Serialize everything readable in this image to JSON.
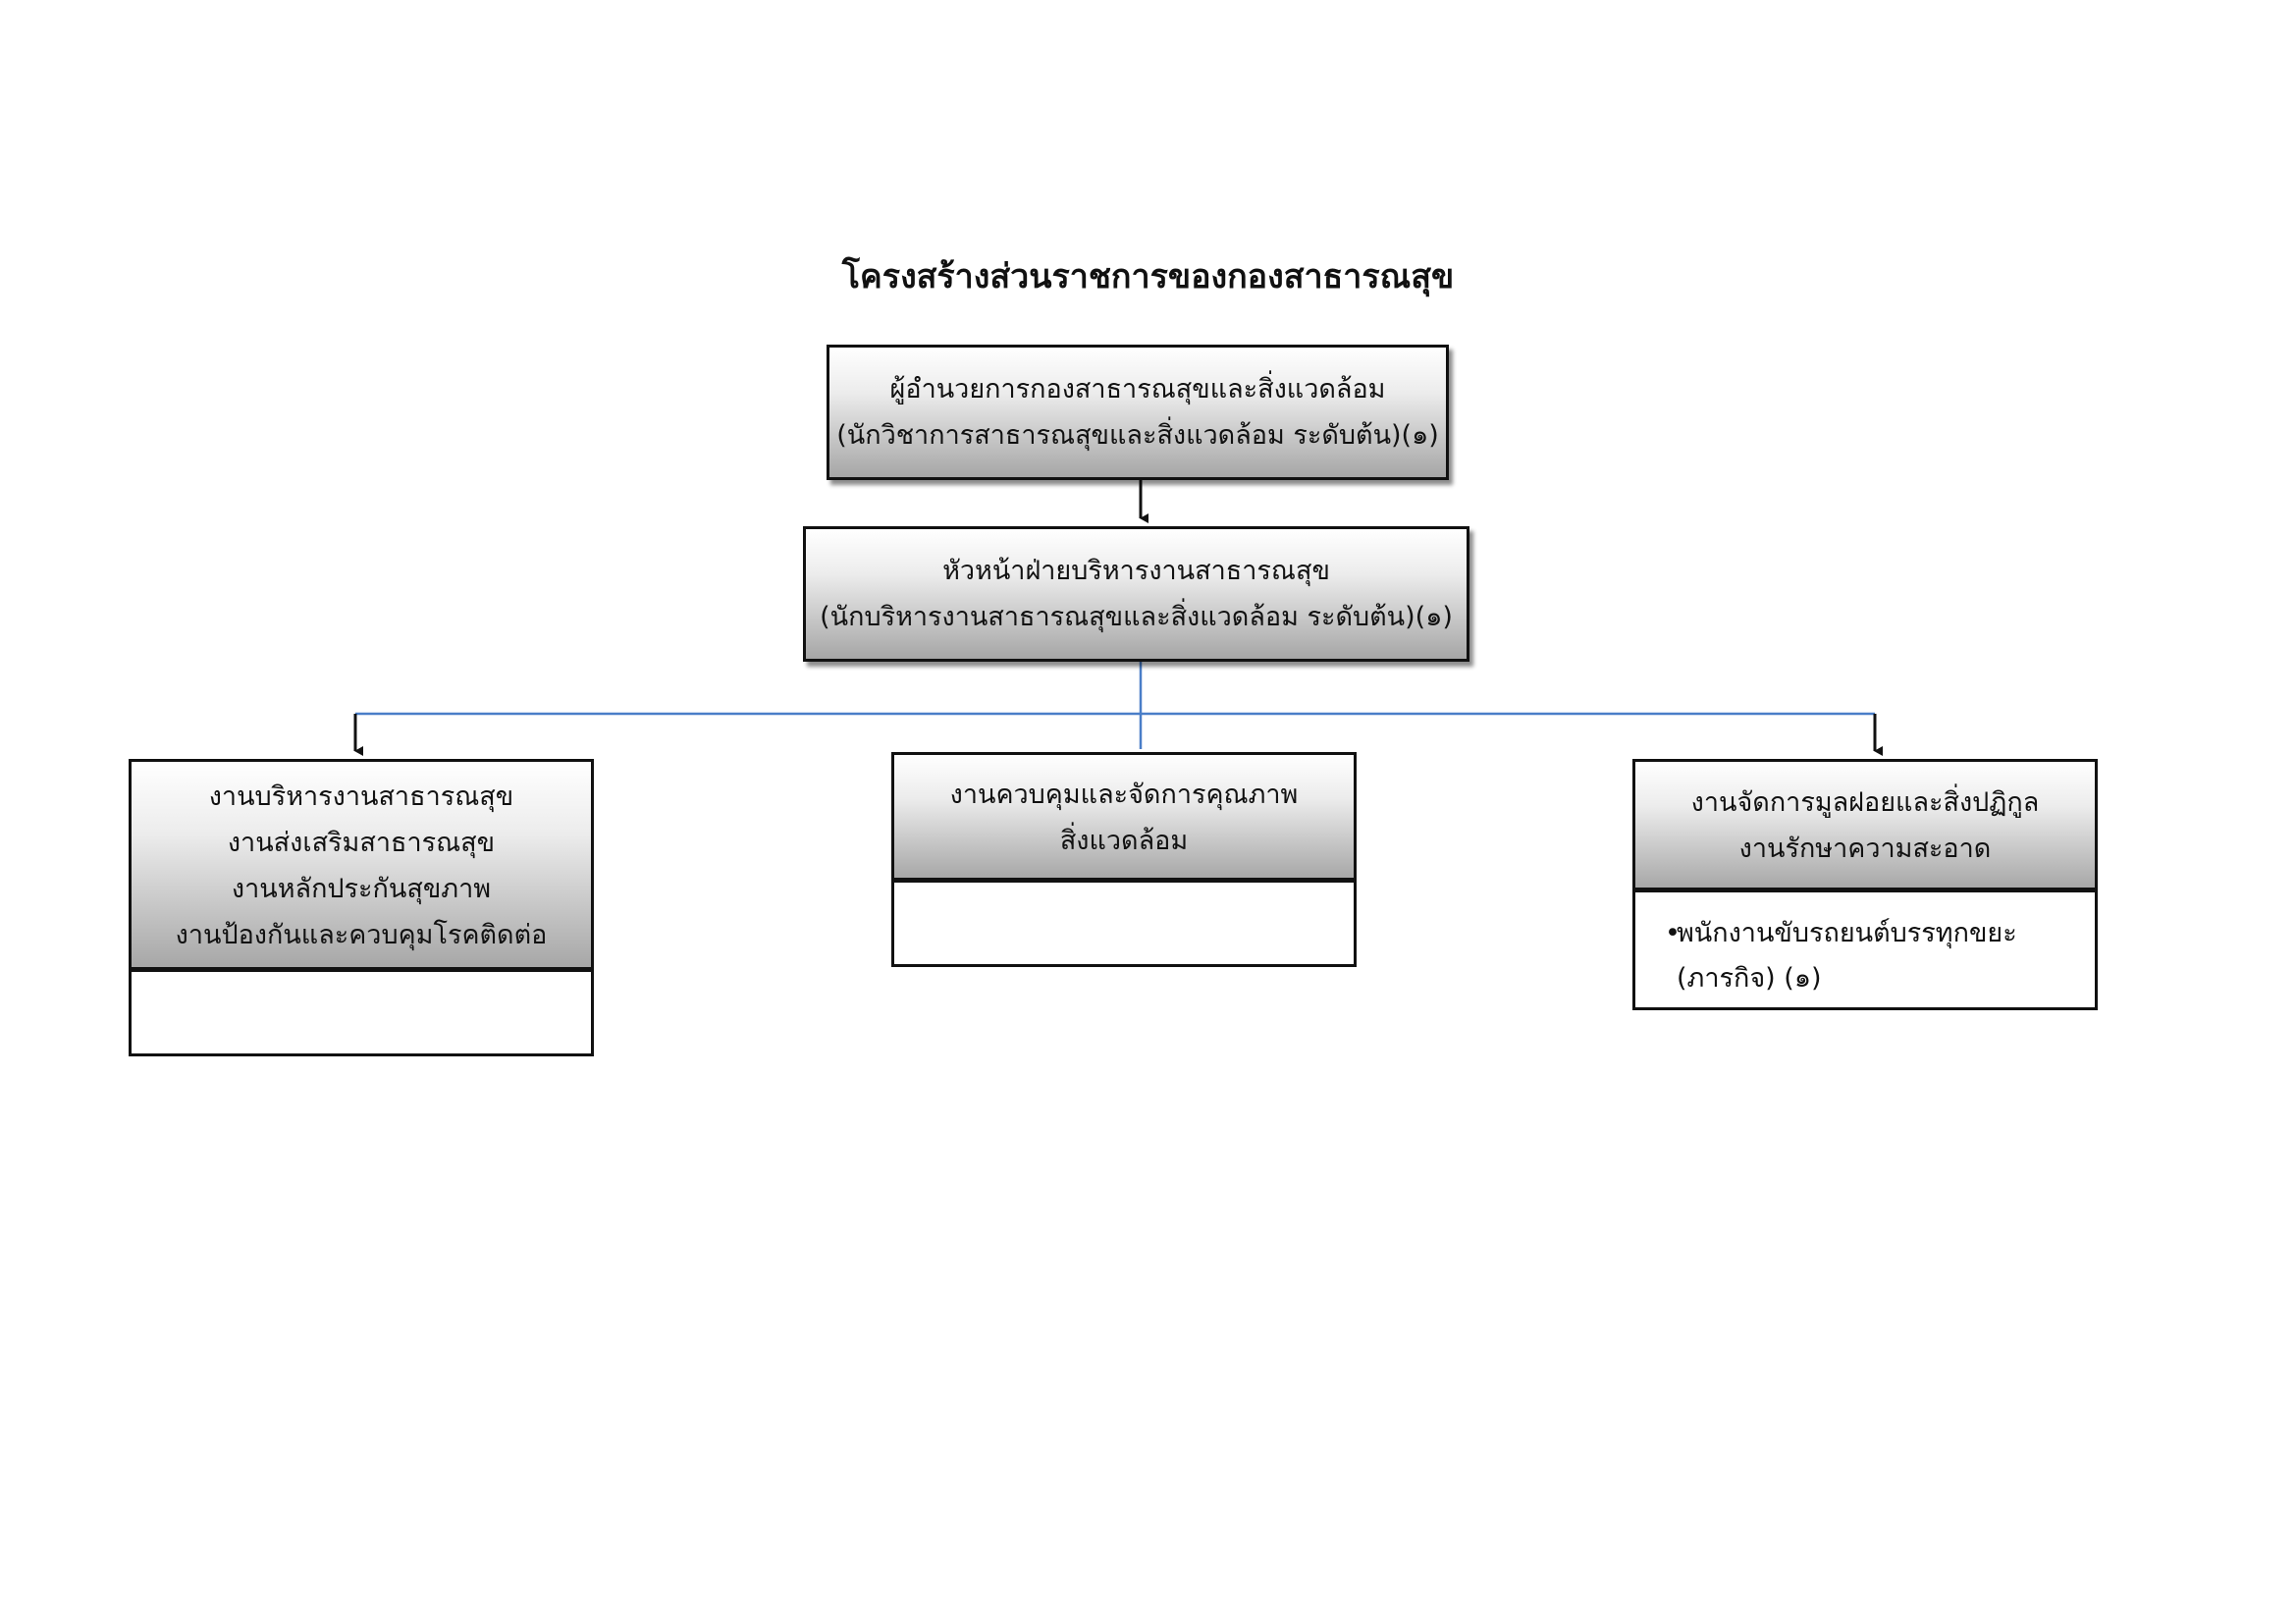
{
  "title": "โครงสร้างส่วนราชการของกองสาธารณสุข",
  "director": {
    "line1": "ผู้อำนวยการกองสาธารณสุขและสิ่งแวดล้อม",
    "line2": "(นักวิชาการสาธารณสุขและสิ่งแวดล้อม ระดับต้น)(๑)"
  },
  "head": {
    "line1": "หัวหน้าฝ่ายบริหารงานสาธารณสุข",
    "line2": "(นักบริหารงานสาธารณสุขและสิ่งแวดล้อม ระดับต้น)(๑)"
  },
  "units": [
    {
      "lines": [
        "งานบริหารงานสาธารณสุข",
        "งานส่งเสริมสาธารณสุข",
        "งานหลักประกันสุขภาพ",
        "งานป้องกันและควบคุมโรคติดต่อ"
      ],
      "staff": []
    },
    {
      "lines": [
        "งานควบคุมและจัดการคุณภาพ",
        "สิ่งแวดล้อม"
      ],
      "staff": []
    },
    {
      "lines": [
        "งานจัดการมูลฝอยและสิ่งปฏิกูล",
        "งานรักษาความสะอาด"
      ],
      "staff": [
        {
          "bullet": "•",
          "line1": "พนักงานขับรถยนต์บรรทุกขยะ",
          "line2": "(ภารกิจ) (๑)"
        }
      ]
    }
  ],
  "colors": {
    "connector_black": "#111111",
    "connector_blue": "#4a7ec8"
  }
}
